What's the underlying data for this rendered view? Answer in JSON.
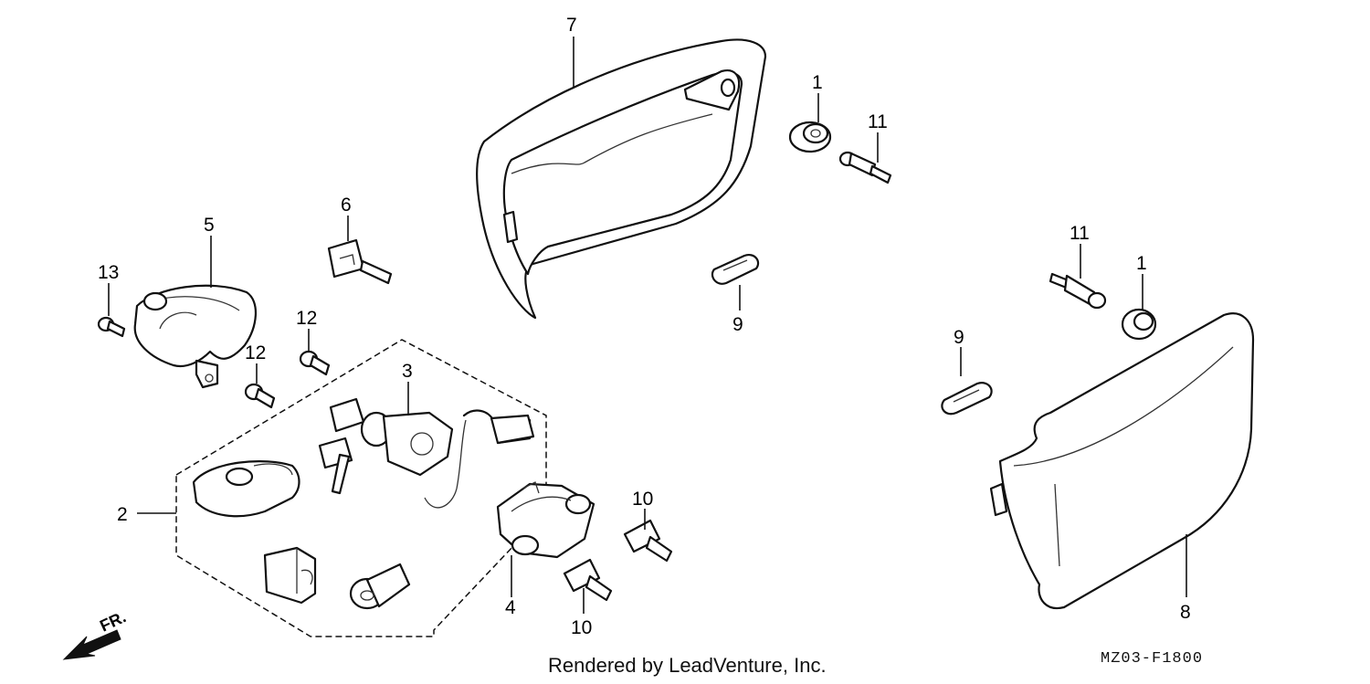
{
  "callouts": {
    "c1a": "1",
    "c1b": "1",
    "c2": "2",
    "c3": "3",
    "c4": "4",
    "c5": "5",
    "c6": "6",
    "c7": "7",
    "c8": "8",
    "c9a": "9",
    "c9b": "9",
    "c10a": "10",
    "c10b": "10",
    "c11a": "11",
    "c11b": "11",
    "c12a": "12",
    "c12b": "12",
    "c13": "13"
  },
  "direction_label": "FR.",
  "footer": {
    "credit": "Rendered by LeadVenture, Inc.",
    "code": "MZ03-F1800"
  },
  "icons": {
    "direction": "front-arrow-icon"
  }
}
